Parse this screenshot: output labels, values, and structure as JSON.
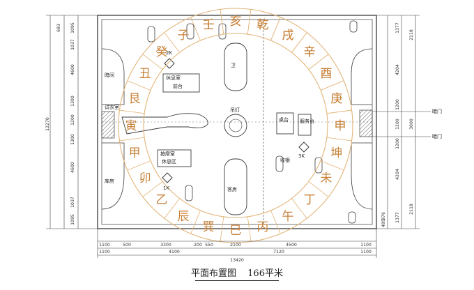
{
  "caption": {
    "title": "平面布置图",
    "area": "166平米"
  },
  "ring_chars": [
    {
      "text": "壬",
      "angle": -105
    },
    {
      "text": "亥",
      "angle": -90
    },
    {
      "text": "乾",
      "angle": -75
    },
    {
      "text": "戌",
      "angle": -60
    },
    {
      "text": "辛",
      "angle": -45
    },
    {
      "text": "酉",
      "angle": -30
    },
    {
      "text": "庚",
      "angle": -15
    },
    {
      "text": "申",
      "angle": 0
    },
    {
      "text": "坤",
      "angle": 15
    },
    {
      "text": "未",
      "angle": 30
    },
    {
      "text": "丁",
      "angle": 45
    },
    {
      "text": "午",
      "angle": 60
    },
    {
      "text": "丙",
      "angle": 75
    },
    {
      "text": "巳",
      "angle": 90
    },
    {
      "text": "巽",
      "angle": 105
    },
    {
      "text": "辰",
      "angle": 120
    },
    {
      "text": "乙",
      "angle": 135
    },
    {
      "text": "卯",
      "angle": 150
    },
    {
      "text": "甲",
      "angle": 165
    },
    {
      "text": "寅",
      "angle": 180
    },
    {
      "text": "艮",
      "angle": 195
    },
    {
      "text": "丑",
      "angle": 210
    },
    {
      "text": "癸",
      "angle": 225
    },
    {
      "text": "子",
      "angle": 240
    },
    {
      "text": "壬",
      "angle": 255
    },
    {
      "text": "亥",
      "angle": 270
    },
    {
      "text": "乾",
      "angle": 285
    },
    {
      "text": "戌",
      "angle": 300
    },
    {
      "text": "辛",
      "angle": 315
    },
    {
      "text": "酉",
      "angle": 330
    },
    {
      "text": "庚",
      "angle": 345
    }
  ],
  "labels": {
    "door1": "暗门",
    "door2": "暗门",
    "room_kitchen": "休息室",
    "room_desk": "前台",
    "room_massage": "按摩室",
    "room_reading": "休息区",
    "label_2k": "2K",
    "label_1k": "1K",
    "label_3k": "3K",
    "label_fitting": "试衣室",
    "label_nk": "暗间",
    "label_washroom": "库房",
    "label_center": "吊灯",
    "label_guest": "客房",
    "label_bath": "卫",
    "label_seat": "桌台",
    "label_note1": "服务台",
    "label_note2": "收银"
  },
  "dims": {
    "bottom_row1": [
      "1100",
      "500",
      "3300",
      "200",
      "550",
      "2100",
      "4500",
      "1100"
    ],
    "bottom_row2": [
      "1100",
      "4100",
      "7120",
      "1100"
    ],
    "bottom_total": "13420",
    "left_col1": [
      "1095",
      "1037",
      "4600",
      "1300",
      "1200",
      "1300",
      "4600",
      "1037",
      "1095"
    ],
    "left_col2": [
      "693"
    ],
    "left_total": "12270",
    "right_col1": [
      "1377",
      "4204",
      "1200",
      "1200",
      "1200",
      "4204",
      "1377"
    ],
    "right_col2": [
      "2118",
      "3600",
      "2118"
    ],
    "right_col3": [
      "976",
      "495"
    ]
  },
  "colors": {
    "ring": "#e3b477",
    "char": "#c8823a",
    "line": "#3a3a3a"
  }
}
